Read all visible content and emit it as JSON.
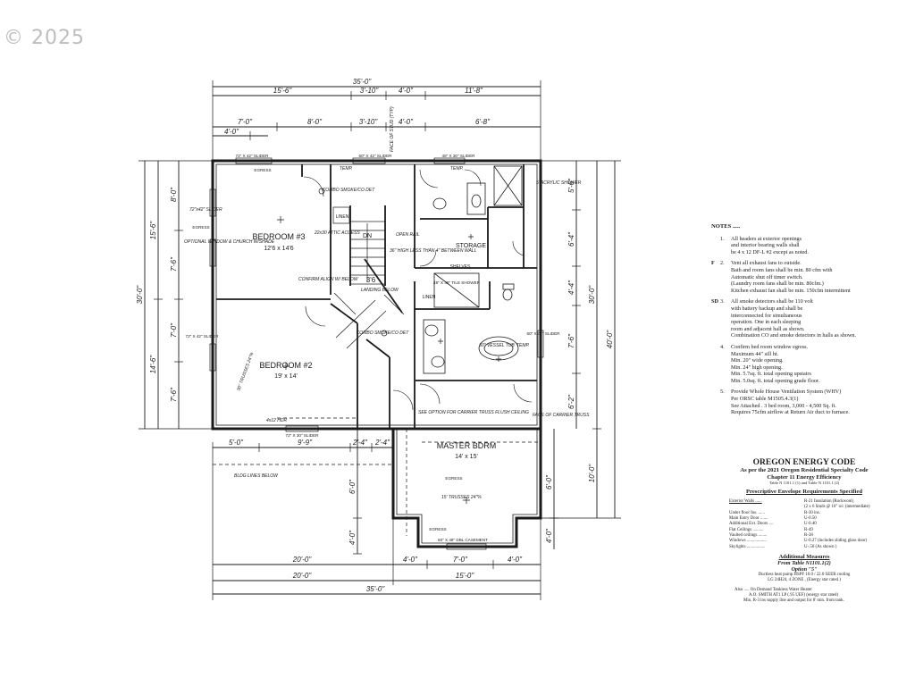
{
  "watermark": "© 2025",
  "dims_top": {
    "overall": "35'-0\"",
    "row1": [
      "15'-6\"",
      "3'-10\"",
      "4'-0\"",
      "11'-8\""
    ],
    "row2": [
      "7'-0\"",
      "8'-0\"",
      "3'-10\"",
      "4'-0\"",
      "6'-8\""
    ],
    "row3": [
      "4'-0\""
    ]
  },
  "dims_bottom": {
    "row1": [
      "5'-0\"",
      "9'-9\"",
      "2'-4\"",
      "2'-4\""
    ],
    "row2": [
      "20'-0\"",
      "4'-0\"",
      "7'-0\"",
      "4'-0\""
    ],
    "row3": [
      "20'-0\"",
      "15'-0\""
    ],
    "overall": "35'-0\""
  },
  "dims_left": {
    "overall": "30'-0\"",
    "parts": [
      "15'-6\"",
      "14'-6\""
    ],
    "inner": [
      "8'-0\"",
      "7'-6\"",
      "7'-0\"",
      "7'-6\""
    ],
    "lower": [
      "6'-0\"",
      "4'-0\""
    ]
  },
  "dims_right": {
    "overall": "40'-0\"",
    "parts": [
      "30'-0\"",
      "10'-0\""
    ],
    "inner": [
      "5'-6\"",
      "6'-4\"",
      "4'-4\"",
      "7'-6\"",
      "6'-2\""
    ],
    "lower": [
      "6'-0\"",
      "4'-0\""
    ]
  },
  "rooms": {
    "bedroom3": {
      "name": "BEDROOM #3",
      "size": "12'6 x 14'6"
    },
    "bedroom2": {
      "name": "BEDROOM #2",
      "size": "19' x 14'"
    },
    "master": {
      "name": "MASTER BDRM",
      "size": "14' x 15'"
    },
    "storage": "STORAGE",
    "linen1": "LINEN",
    "linen2": "LINEN",
    "shelves": "SHELVES",
    "dn": "DN",
    "stair_width": "3'6"
  },
  "window_labels": {
    "w1": "72\" X 42\" SLIDER",
    "w2": "60\" X 42\" SLIDER",
    "w3": "48\" X 30\" SLIDER",
    "w4": "72\" X 42\" SLIDER",
    "w5": "72\" X 30\" SLIDER",
    "w6": "60\" X 42\" SLIDER",
    "w7": "60\" X 48\" DBL CASEMENT",
    "w8": "48\" X 48\" TILE SHOWER",
    "egress1": "EGRESS",
    "egress2": "EGRESS",
    "egress3": "EGRESS",
    "egress4": "EGRESS"
  },
  "annotations": {
    "acrylic": "5' ACRYLIC SHOWER",
    "combo1": "COMBO SMOKE/CO DET",
    "combo2": "COMBO SMOKE/CO DET",
    "open_rail": "OPEN RAIL",
    "high_wall": "36\" HIGH LESS THAN 4\" BETWEEN WALL",
    "attic": "22x30 ATTIC ACCESS",
    "landing": "LANDING BELOW",
    "confirm": "CONFIRM ALIGN W/ BELOW",
    "trusses1": "30\" TRUSSES 24\"%",
    "trusses2": "15' TRUSSES 24\"%",
    "vessel": "60\" VESSEL TUB",
    "see_option": "SEE OPTION FOR CARRIER TRUSS FLUSH CEILING",
    "face_truss": "FACE OF CARRIER TRUSS",
    "bldg_lines": "BLDG LINES BELOW",
    "optional_window": "OPTIONAL WINDOW & CHURCH W/SHADE",
    "slider_side": "72\"x42\" SLIDER",
    "hdr": "4x12 HDR",
    "temp1": "TEMP.",
    "temp2": "TEMP.",
    "temp3": "TEMP.",
    "face_of_stud": "FACE OF STUD (TYP)"
  },
  "notes": {
    "heading": "NOTES .....",
    "items": [
      {
        "prefix": "",
        "num": "1.",
        "lines": [
          "All headers at exterior openings",
          "and interior bearing walls shall",
          "be 4 x 12 DF-L #2 except as noted."
        ]
      },
      {
        "prefix": "F",
        "num": "2.",
        "lines": [
          "Vent all exhaust fans to outside.",
          "Bath and room fans shall be min. 80 cfm with",
          "Automatic shut off timer switch.",
          "(Laundry room fans shall be min. 80cfm.)",
          "Kitchen exhaust fan shall be min. 150cfm intermittent"
        ]
      },
      {
        "prefix": "SD",
        "num": "3.",
        "lines": [
          "All smoke detectors shall be 110 volt",
          "with battery backup and shall be",
          "interconnected for simultaneous",
          "operation. One in each sleeping",
          "room and adjacent hall as shown.",
          "Combination CO and smoke detectors in halls as shown."
        ]
      },
      {
        "prefix": "",
        "num": "4.",
        "lines": [
          "Confirm bed room window egress.",
          "Maximum 44\" sill ht.",
          "Min. 20\" wide opening.",
          "Min. 24\" high opening.",
          "Min. 5.7sq. ft. total opening upstairs",
          "Min. 5.0sq. ft. total opening grade floor."
        ]
      },
      {
        "prefix": "",
        "num": "5.",
        "lines": [
          "Provide Whole House Ventilation System (WHV)",
          "Per ORSC table M1505.4.3(1)",
          "See Attached .  3 bed room,  3,000 - 4,500 Sq. ft.",
          "Requires 75cfm airflow at Return Air duct to furnace."
        ]
      }
    ]
  },
  "energy_code": {
    "title": "OREGON ENERGY CODE",
    "line1": "As per the 2021 Oregon Residential Specialty Code",
    "line2": "Chapter 11 Energy Efficiency",
    "line3": "Table N 1101.1 (1)    and Table N 1101.1 (2)",
    "envelope_title": "Prescriptive Envelope Requirements Specified",
    "envelope": [
      {
        "k": "Exterior Walls ......",
        "v": "R-21 Insulation  (Rockwool)"
      },
      {
        "k": "",
        "v": "(2 x 6 Studs @ 16\" o/c (intermediate)"
      },
      {
        "k": "Under floor Ins. ......",
        "v": "R-30 ins."
      },
      {
        "k": "Main Entry Door .......",
        "v": "U-0.50"
      },
      {
        "k": "Additional Ext. Doors ....",
        "v": "U-0.40"
      },
      {
        "k": "Flat Ceilings ..........",
        "v": "R-49"
      },
      {
        "k": "Vaulted ceilings ........",
        "v": "R-38"
      },
      {
        "k": "Windows ..................",
        "v": "U-0.27  (includes sliding glass door)"
      },
      {
        "k": "Skylights .................",
        "v": "U-.50      (As shown )"
      }
    ],
    "additional_title": "Additional Measures",
    "from_table": "From Table N1101.1(2)",
    "option": "Option \"5\"",
    "option_lines": [
      "Ductless heat pump HSPF 10.0 / 22.0 SEER cooling",
      "LG 24H24,  4 ZONE ,  (Energy star rated.)"
    ],
    "also_lines": [
      "Also ..... On Demand Tankless Water Heater",
      "A.O. SMITH AT1 LP (.95 UEF) (energy star rated)",
      "Min. R-3 ins supply line and output for 8' min. from tank."
    ]
  }
}
